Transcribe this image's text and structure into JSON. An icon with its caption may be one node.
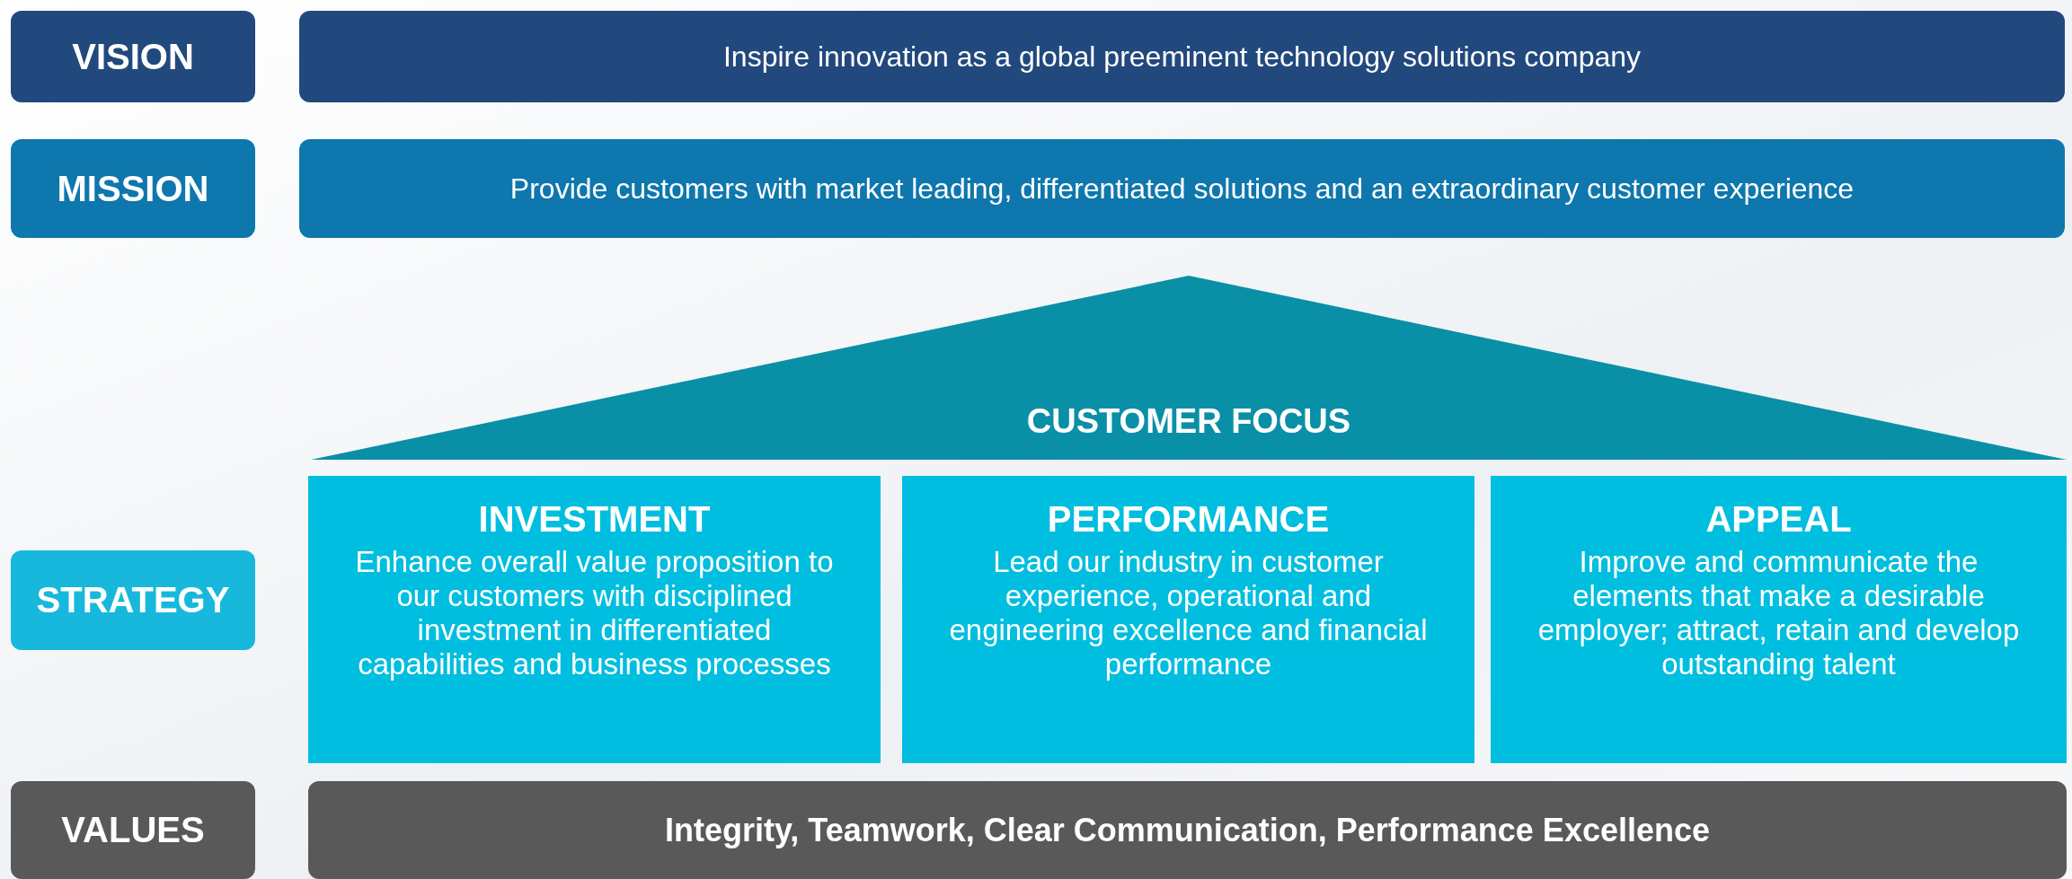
{
  "diagram": {
    "nodes": [
      {
        "text": [
          "VISION"
        ]
      },
      {
        "text": [
          "Inspire innovation as a global preeminent technology solutions company"
        ]
      },
      {
        "text": [
          "MISSION"
        ]
      },
      {
        "text": [
          "Provide customers with market leading, differentiated solutions and an extraordinary customer experience"
        ]
      },
      {
        "text": [
          "CUSTOMER FOCUS"
        ]
      },
      {
        "text": [
          "STRATEGY"
        ]
      },
      {
        "text": [
          "INVESTMENT",
          "Enhance overall value proposition to our customers with disciplined investment in differentiated capabilities and business processes"
        ]
      },
      {
        "text": [
          "PERFORMANCE",
          "Lead our industry in customer experience, operational and engineering excellence and financial performance"
        ]
      },
      {
        "text": [
          "APPEAL",
          "Improve and communicate the elements that make a desirable employer; attract, retain and develop outstanding talent"
        ]
      },
      {
        "text": [
          "VALUES"
        ]
      },
      {
        "text": [
          "Integrity, Teamwork, Clear Communication, Performance Excellence"
        ]
      }
    ]
  }
}
